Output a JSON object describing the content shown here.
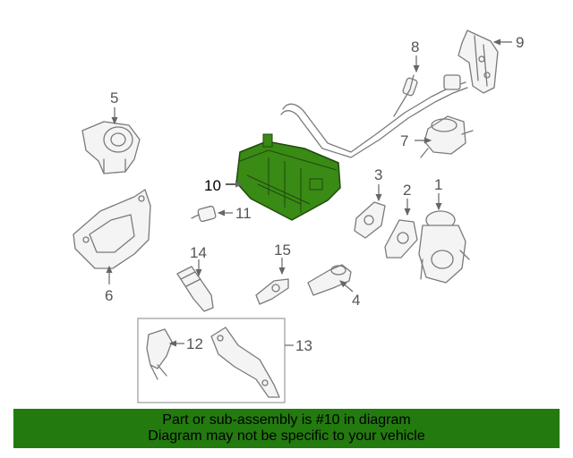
{
  "diagram": {
    "callouts": [
      "1",
      "2",
      "3",
      "4",
      "5",
      "6",
      "7",
      "8",
      "9",
      "10",
      "11",
      "12",
      "13",
      "14",
      "15"
    ],
    "highlighted_part": "10",
    "highlight_color": "#3a8a16"
  },
  "banner": {
    "line1": "Part or sub-assembly is #10 in diagram",
    "line2": "Diagram may not be specific to your vehicle",
    "background": "#237a0f"
  }
}
